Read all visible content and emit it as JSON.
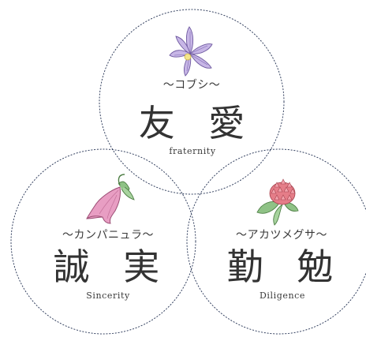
{
  "values": [
    {
      "id": "friendship",
      "flower": "magnolia-kobushi",
      "reading": "〜コブシ〜",
      "kanji": "友 愛",
      "english": "fraternity"
    },
    {
      "id": "sincerity",
      "flower": "bellflower-campanula",
      "reading": "〜カンパニュラ〜",
      "kanji": "誠 実",
      "english": "Sincerity"
    },
    {
      "id": "diligence",
      "flower": "red-clover",
      "reading": "〜アカツメグサ〜",
      "kanji": "勤 勉",
      "english": "Diligence"
    }
  ],
  "colors": {
    "ring": "#33405f",
    "kobushi_petal": "#c7b6e6",
    "campanula_petal": "#e89ec3",
    "clover_flower": "#e57d88",
    "leaf": "#8fc286"
  }
}
